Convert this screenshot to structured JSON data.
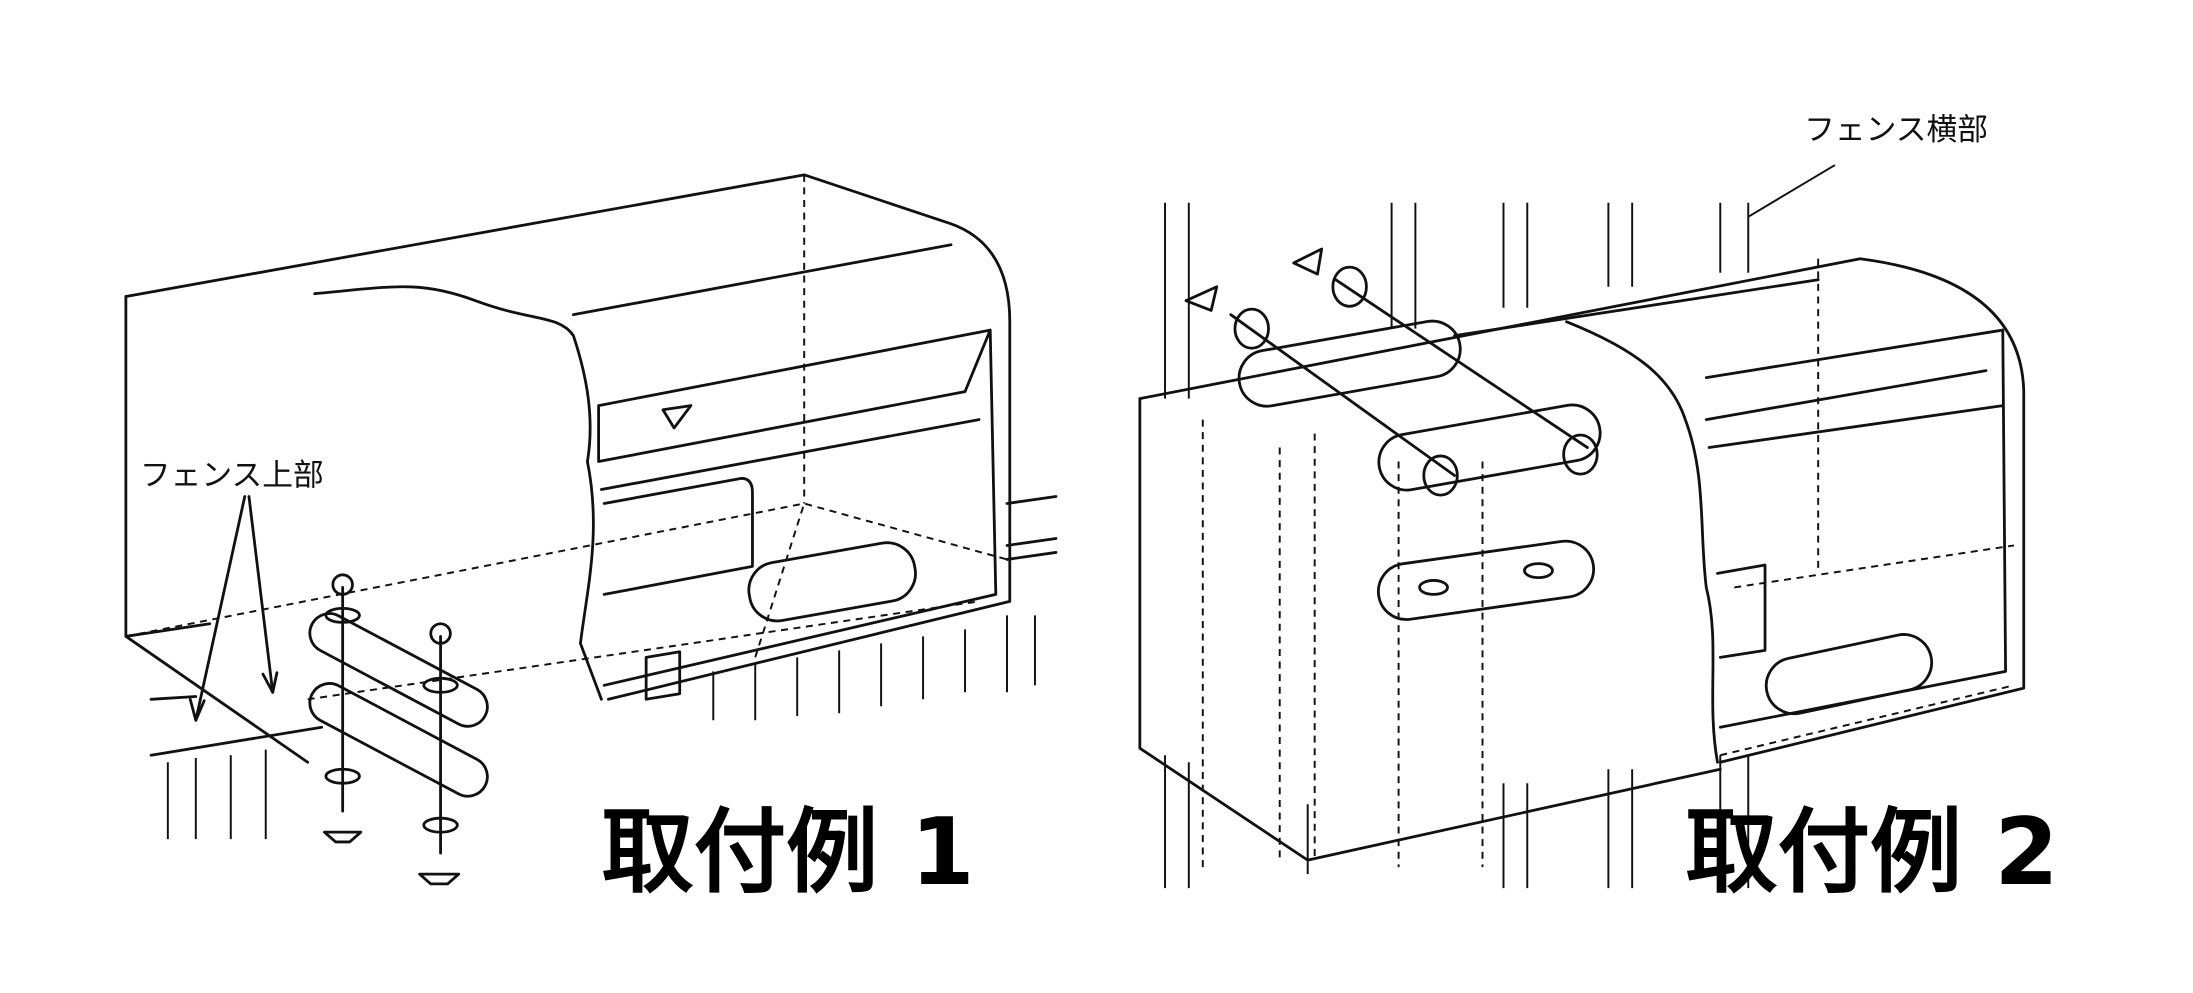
{
  "example1": {
    "callout": "フェンス上部",
    "caption": "取付例 1"
  },
  "example2": {
    "callout": "フェンス横部",
    "caption": "取付例 2"
  }
}
